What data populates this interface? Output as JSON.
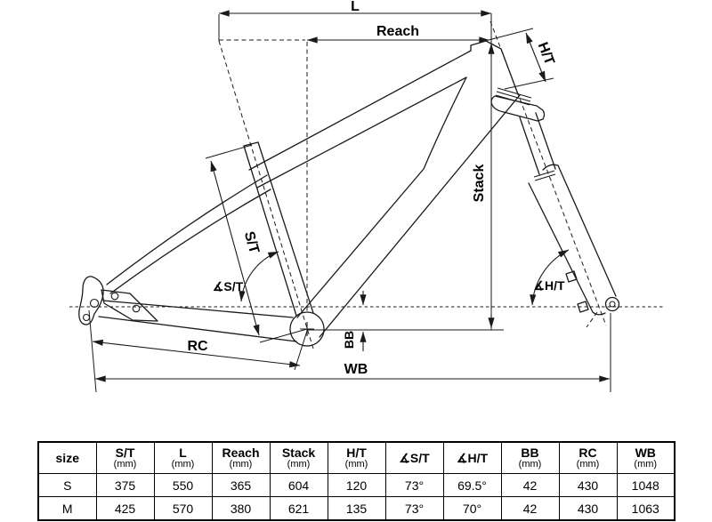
{
  "diagram": {
    "labels": {
      "l": "L",
      "reach": "Reach",
      "ht": "H/T",
      "stack": "Stack",
      "st": "S/T",
      "angle_st": "∡S/T",
      "angle_ht": "∡H/T",
      "bb": "BB",
      "rc": "RC",
      "wb": "WB"
    }
  },
  "table": {
    "columns": [
      {
        "label": "size",
        "sub": ""
      },
      {
        "label": "S/T",
        "sub": "(mm)"
      },
      {
        "label": "L",
        "sub": "(mm)"
      },
      {
        "label": "Reach",
        "sub": "(mm)"
      },
      {
        "label": "Stack",
        "sub": "(mm)"
      },
      {
        "label": "H/T",
        "sub": "(mm)"
      },
      {
        "label": "∡S/T",
        "sub": ""
      },
      {
        "label": "∡H/T",
        "sub": ""
      },
      {
        "label": "BB",
        "sub": "(mm)"
      },
      {
        "label": "RC",
        "sub": "(mm)"
      },
      {
        "label": "WB",
        "sub": "(mm)"
      }
    ],
    "rows": [
      [
        "S",
        "375",
        "550",
        "365",
        "604",
        "120",
        "73°",
        "69.5°",
        "42",
        "430",
        "1048"
      ],
      [
        "M",
        "425",
        "570",
        "380",
        "621",
        "135",
        "73°",
        "70°",
        "42",
        "430",
        "1063"
      ]
    ]
  }
}
